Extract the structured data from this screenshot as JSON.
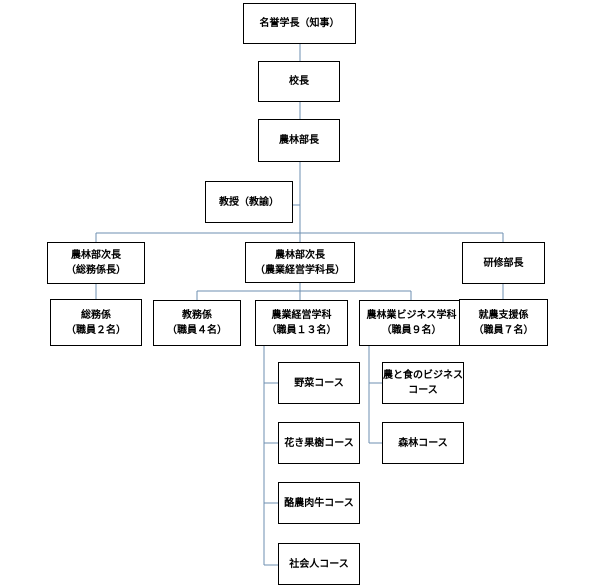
{
  "org_chart": {
    "honorary_principal": "名誉学長（知事）",
    "principal": "校長",
    "director": "農林部長",
    "professor": "教授（教諭）",
    "deputy_left": [
      "農林部次長",
      "（総務係長）"
    ],
    "deputy_center": [
      "農林部次長",
      "（農業経営学科長）"
    ],
    "training_director": "研修部長",
    "general_affairs": [
      "総務係",
      "（職員２名）"
    ],
    "academic_affairs": [
      "教務係",
      "（職員４名）"
    ],
    "agri_management_dept": [
      "農業経営学科",
      "（職員１３名）"
    ],
    "agri_business_dept": [
      "農林業ビジネス学科",
      "（職員９名）"
    ],
    "farming_support": [
      "就農支援係",
      "（職員７名）"
    ],
    "courses_management": [
      "野菜コース",
      "花き果樹コース",
      "酪農肉牛コース",
      "社会人コース"
    ],
    "courses_business": [
      "農と食のビジネス",
      "コース",
      "森林コース"
    ]
  }
}
